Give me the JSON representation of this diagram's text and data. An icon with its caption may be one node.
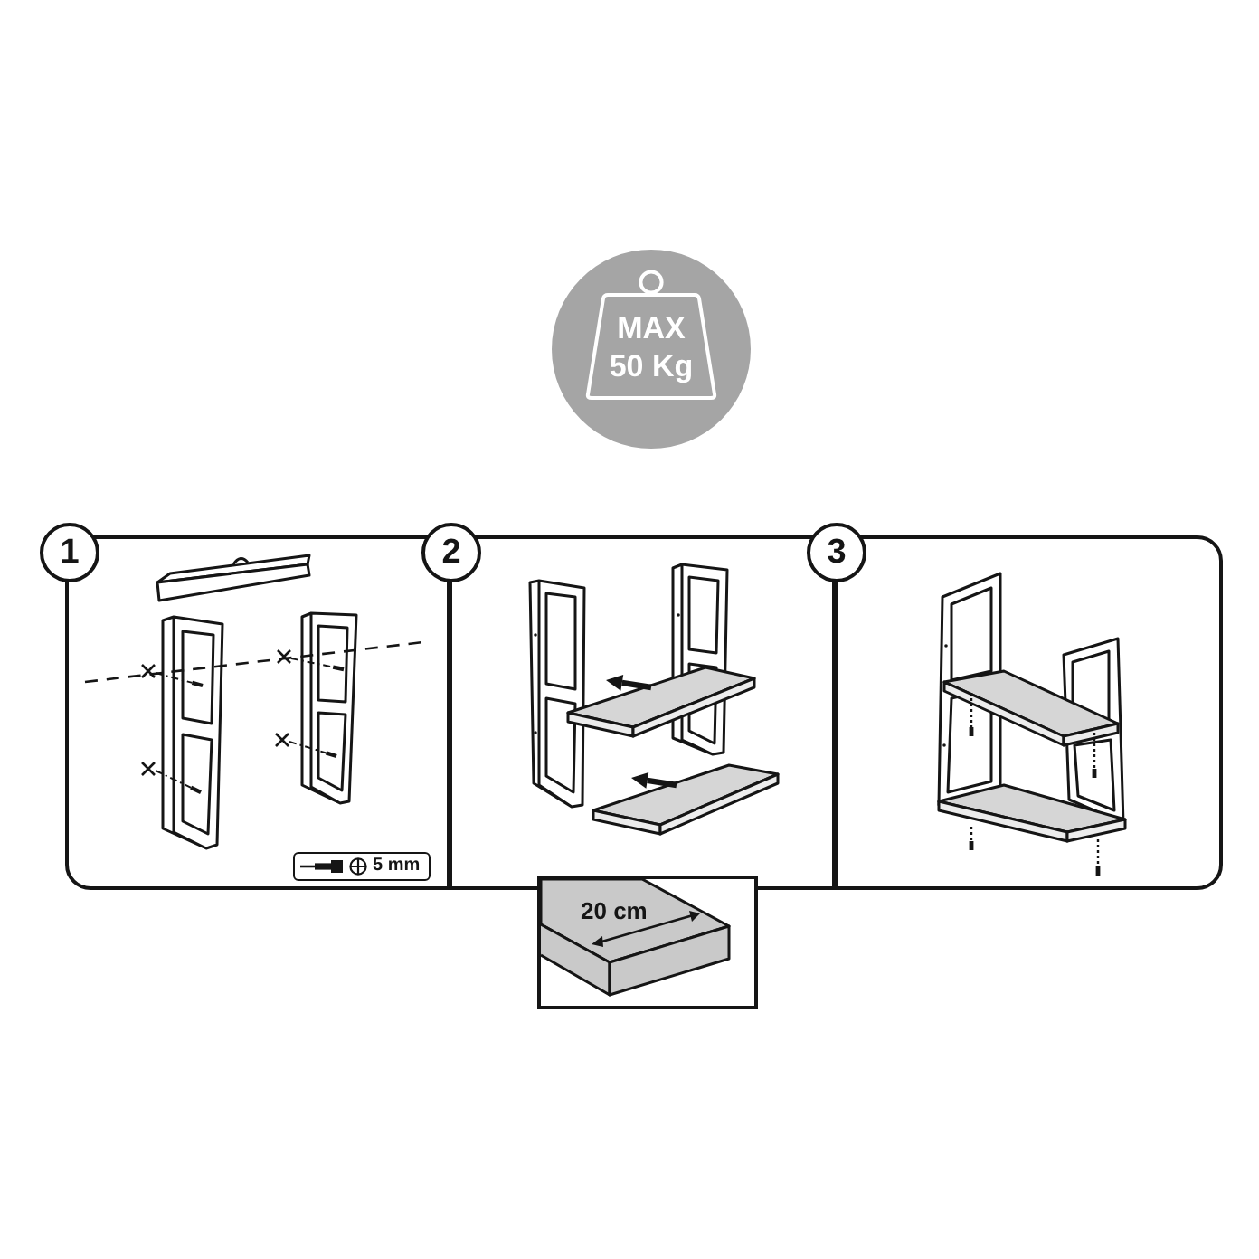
{
  "diagram": {
    "nodes": [
      {
        "text": [
          "MAX 50 Kg"
        ]
      },
      {
        "text": [
          "1"
        ]
      },
      {
        "text": [
          "2"
        ]
      },
      {
        "text": [
          "3"
        ]
      }
    ],
    "labels": [
      "5 mm",
      "20 cm"
    ]
  }
}
